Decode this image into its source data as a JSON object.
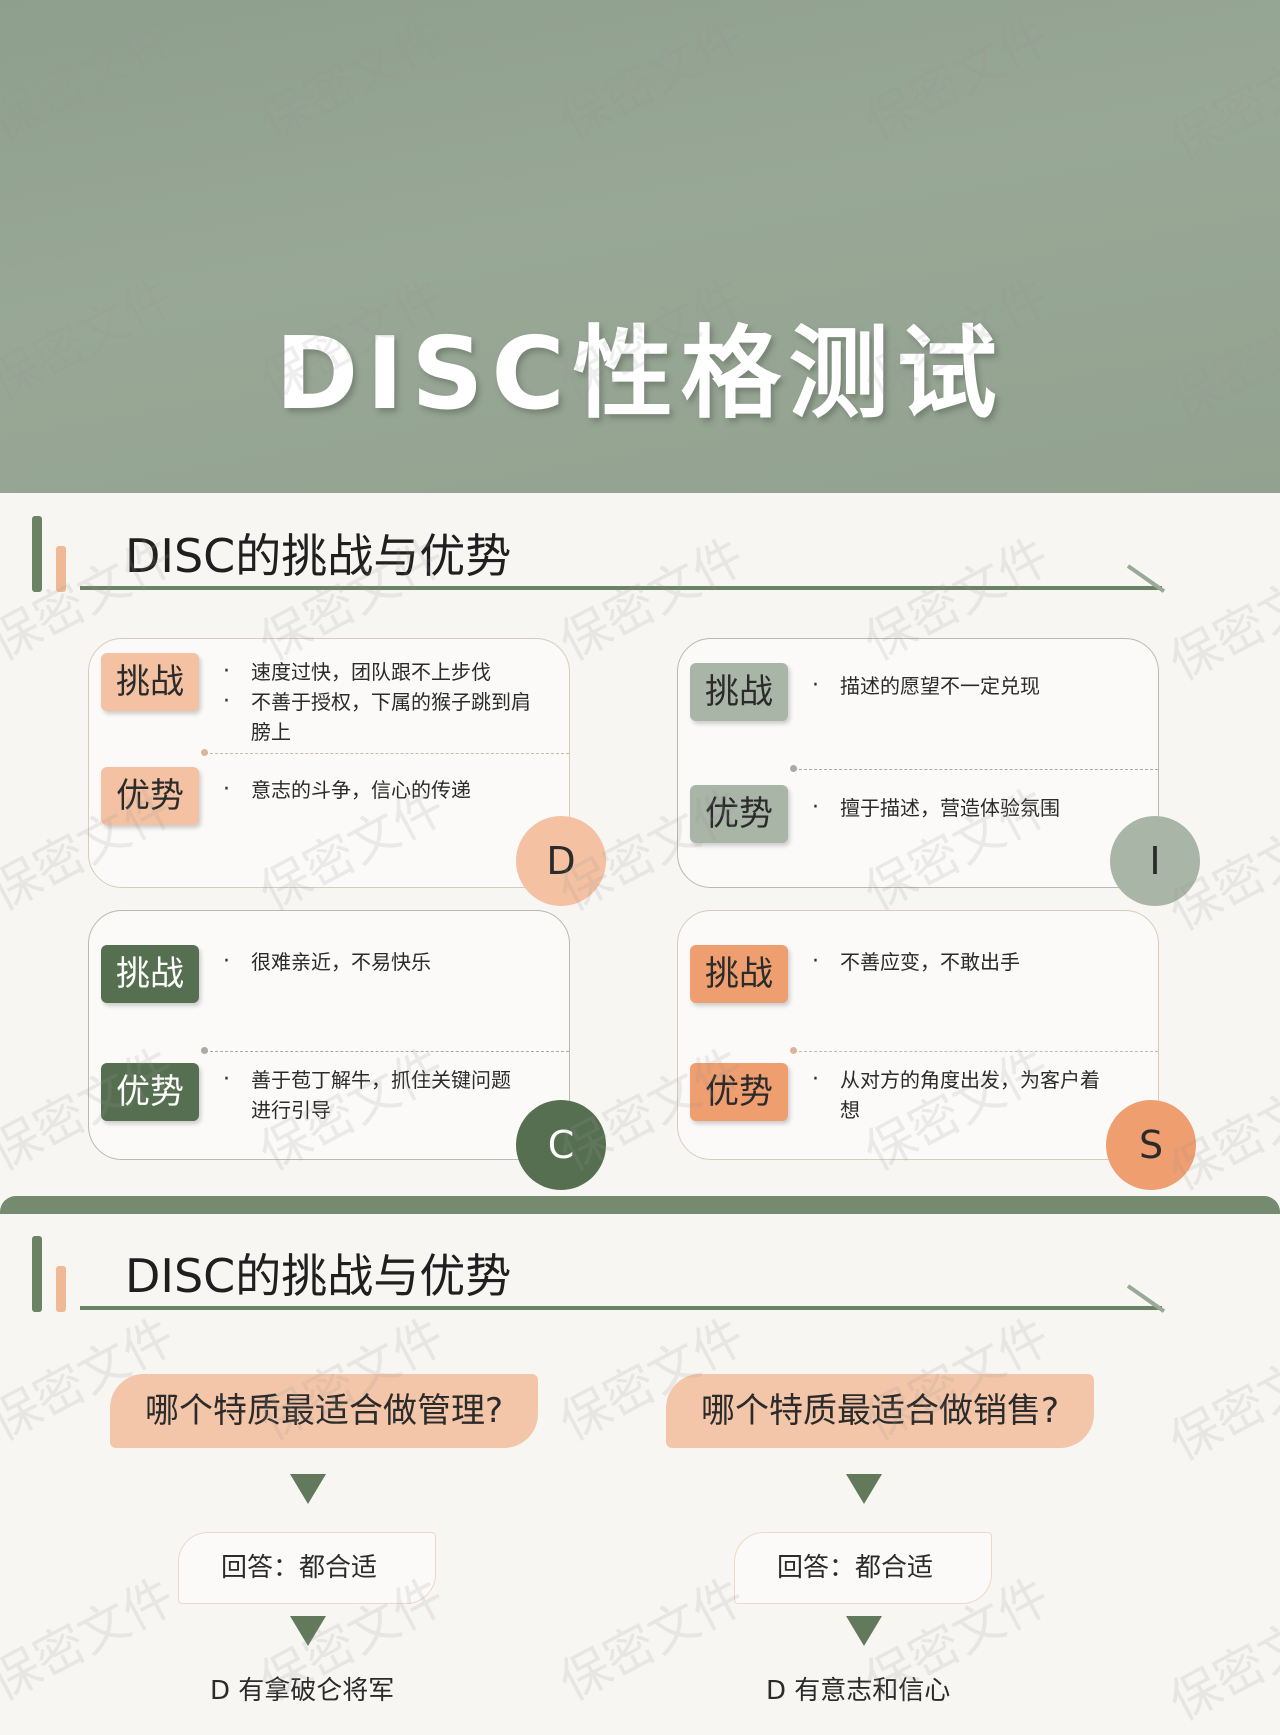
{
  "hero": {
    "title": "DISC性格测试"
  },
  "section1": {
    "title": "DISC的挑战与优势"
  },
  "section2": {
    "title": "DISC的挑战与优势"
  },
  "labels": {
    "challenge": "挑战",
    "advantage": "优势"
  },
  "cards": {
    "d": {
      "letter": "D",
      "challenges": [
        "速度过快，团队跟不上步伐",
        "不善于授权，下属的猴子跳到肩膀上"
      ],
      "advantages": [
        "意志的斗争，信心的传递"
      ]
    },
    "i": {
      "letter": "I",
      "challenges": [
        "描述的愿望不一定兑现"
      ],
      "advantages": [
        "擅于描述，营造体验氛围"
      ]
    },
    "c": {
      "letter": "C",
      "challenges": [
        "很难亲近，不易快乐"
      ],
      "advantages": [
        "善于苞丁解牛，抓住关键问题进行引导"
      ]
    },
    "s": {
      "letter": "S",
      "challenges": [
        "不善应变，不敢出手"
      ],
      "advantages": [
        "从对方的角度出发，为客户着想"
      ]
    }
  },
  "questions": {
    "left": {
      "question": "哪个特质最适合做管理?",
      "answer": "回答：都合适",
      "followup": "D 有拿破仑将军"
    },
    "right": {
      "question": "哪个特质最适合做销售?",
      "answer": "回答：都合适",
      "followup": "D 有意志和信心"
    }
  },
  "watermark": "保密文件",
  "colors": {
    "sage": "#93a290",
    "dark_green": "#566f50",
    "peach": "#f4c1a2",
    "orange": "#ee9e6f"
  }
}
